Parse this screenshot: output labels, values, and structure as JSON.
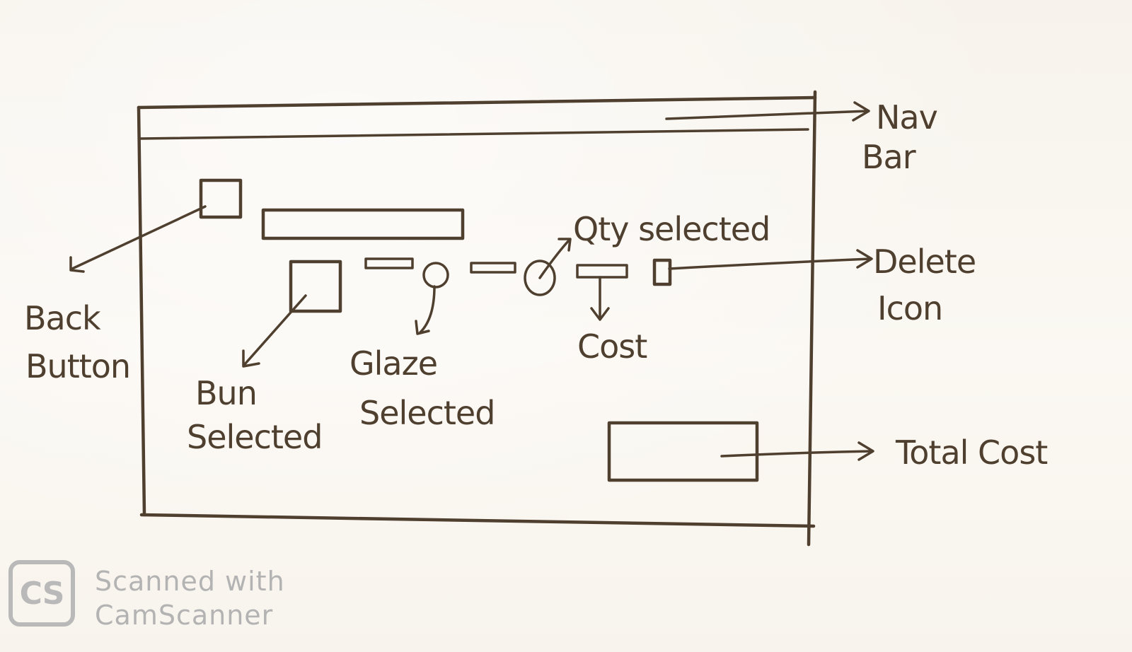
{
  "annotations": {
    "nav_bar": [
      "Nav",
      "Bar"
    ],
    "back_button": [
      "Back",
      "Button"
    ],
    "bun_selected": [
      "Bun",
      "Selected"
    ],
    "glaze_selected": [
      "Glaze",
      "Selected"
    ],
    "qty_selected": "Qty selected",
    "cost": "Cost",
    "delete_icon": [
      "Delete",
      "Icon"
    ],
    "total_cost": "Total Cost"
  },
  "watermark": {
    "logo": "CS",
    "line1": "Scanned with",
    "line2": "CamScanner"
  },
  "colors": {
    "ink": "#4f3f2f",
    "paper": "#fbf8f3",
    "watermark": "#b3b3b3"
  }
}
